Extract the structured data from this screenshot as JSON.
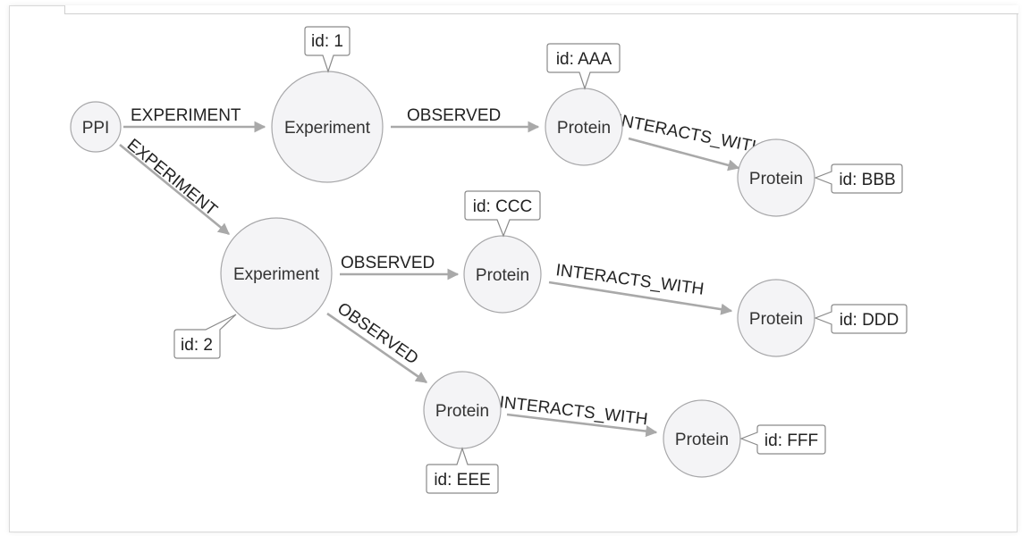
{
  "graph": {
    "nodes": {
      "ppi": "PPI",
      "exp1": "Experiment",
      "exp2": "Experiment",
      "p_aaa": "Protein",
      "p_bbb": "Protein",
      "p_ccc": "Protein",
      "p_ddd": "Protein",
      "p_eee": "Protein",
      "p_fff": "Protein"
    },
    "edges": {
      "ppi_exp1": "EXPERIMENT",
      "ppi_exp2": "EXPERIMENT",
      "exp1_aaa": "OBSERVED",
      "aaa_bbb": "INTERACTS_WITH",
      "exp2_ccc": "OBSERVED",
      "ccc_ddd": "INTERACTS_WITH",
      "exp2_eee": "OBSERVED",
      "eee_fff": "INTERACTS_WITH"
    },
    "tooltips": {
      "exp1": "id: 1",
      "exp2": "id: 2",
      "p_aaa": "id: AAA",
      "p_bbb": "id: BBB",
      "p_ccc": "id: CCC",
      "p_ddd": "id: DDD",
      "p_eee": "id: EEE",
      "p_fff": "id: FFF"
    }
  },
  "colors": {
    "node_fill": "#f4f4f6",
    "node_stroke": "#a7a7a9",
    "edge": "#a9a9a9",
    "tooltip_border": "#8a8a8a"
  }
}
